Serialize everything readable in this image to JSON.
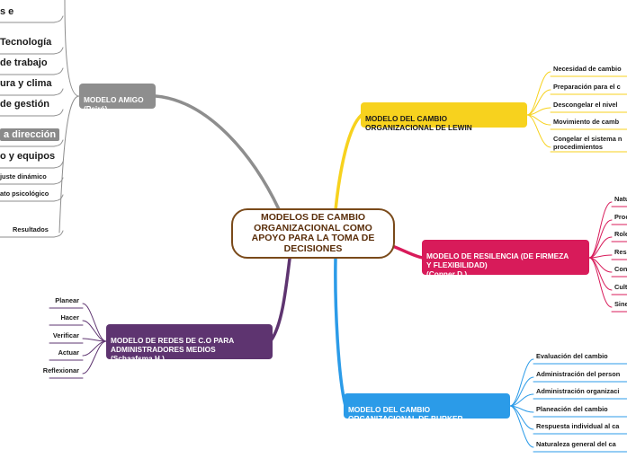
{
  "central": "MODELOS DE CAMBIO ORGANIZACIONAL COMO APOYO PARA LA TOMA DE DECISIONES",
  "colors": {
    "lewin": "#f7d21e",
    "resilencia": "#d81b5a",
    "burker": "#2b9be8",
    "redes": "#5e3470",
    "amigo": "#8e8e8e",
    "central_border": "#7a4a1a"
  },
  "branches": {
    "lewin": {
      "title": "MODELO DEL CAMBIO\nORGANIZACIONAL DE LEWIN",
      "items": [
        "Necesidad de cambio",
        "Preparación para el c",
        "Descongelar el nivel",
        "Movimiento de camb",
        "Congelar el sistema n\nprocedimientos"
      ]
    },
    "resilencia": {
      "title": "MODELO DE RESILENCIA (DE FIRMEZA\nY FLEXIBILIDAD)\n(Conner D.)",
      "items": [
        "Natu",
        "Proc",
        "Role",
        "Resi",
        "Con",
        "Cult",
        "Sine"
      ]
    },
    "burker": {
      "title": "MODELO DEL CAMBIO\nORGANIZACIONAL DE BURKER",
      "items": [
        "Evaluación del cambio",
        "Administración del person",
        "Administración organizaci",
        "Planeación del cambio",
        "Respuesta individual al ca",
        "Naturaleza general del ca"
      ]
    },
    "redes": {
      "title": "MODELO DE REDES DE C.O PARA\nADMINISTRADORES MEDIOS\n(Schaafsma H.)",
      "items": [
        "Planear",
        "Hacer",
        "Verificar",
        "Actuar",
        "Reflexionar"
      ]
    },
    "amigo": {
      "title": "MODELO AMIGO\n(Peiró)",
      "items": [
        "s e",
        "Tecnología",
        "de trabajo",
        "ura y clima",
        "de gestión",
        "a dirección",
        "o y equipos",
        "juste dinámico",
        "ato psicológico",
        "Resultados"
      ]
    }
  }
}
